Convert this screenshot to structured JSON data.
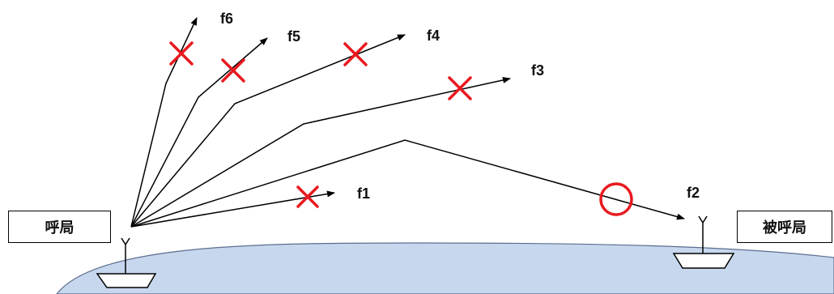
{
  "caller_label": "呼局",
  "callee_label": "被呼局",
  "paths": [
    {
      "label": "f1",
      "result": "cross"
    },
    {
      "label": "f2",
      "result": "circle"
    },
    {
      "label": "f3",
      "result": "cross"
    },
    {
      "label": "f4",
      "result": "cross"
    },
    {
      "label": "f5",
      "result": "cross"
    },
    {
      "label": "f6",
      "result": "cross"
    }
  ],
  "colors": {
    "ocean_fill": "#c7d7ee",
    "mark": "#e8191f",
    "line": "#000000"
  },
  "icons": [
    "antenna-icon",
    "ship-icon",
    "cross-mark-icon",
    "circle-mark-icon"
  ]
}
